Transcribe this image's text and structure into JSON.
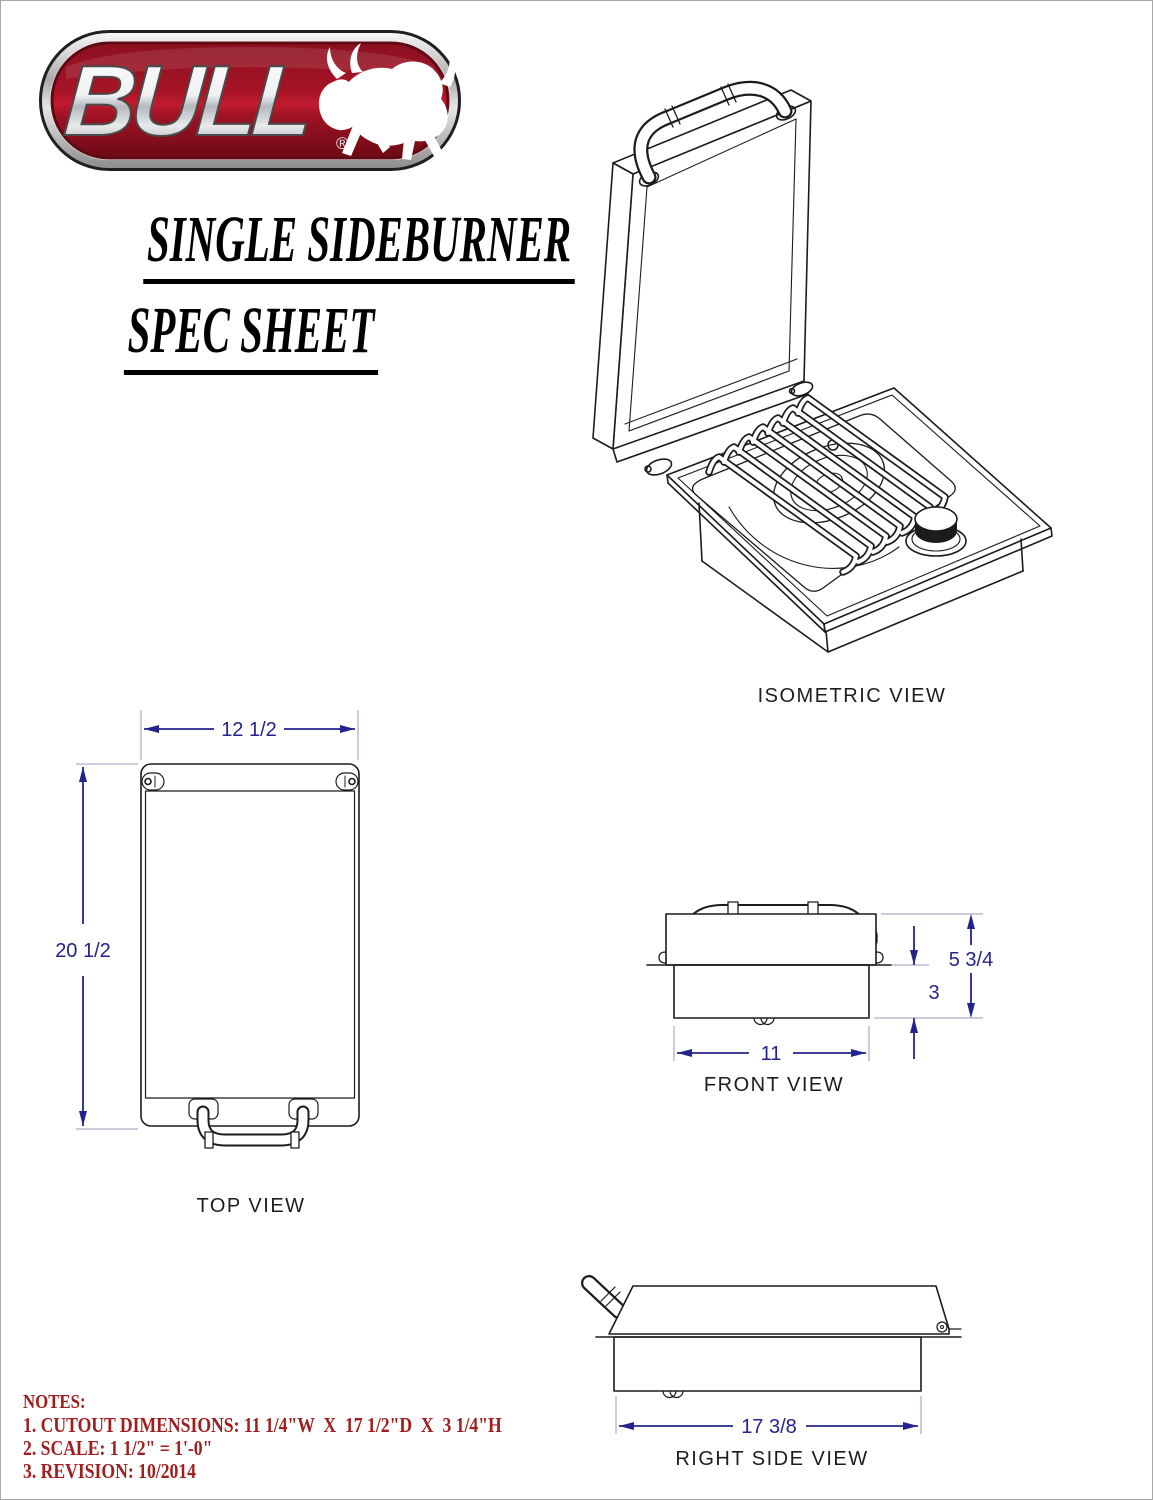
{
  "logo": {
    "brand": "BULL",
    "registered_mark": "®"
  },
  "title": {
    "line1": "SINGLE SIDEBURNER",
    "line2": "SPEC SHEET"
  },
  "views": {
    "isometric": {
      "label": "ISOMETRIC VIEW"
    },
    "top": {
      "label": "TOP VIEW",
      "width": "12 1/2",
      "depth": "20 1/2"
    },
    "front": {
      "label": "FRONT VIEW",
      "width": "11",
      "height_total": "5 3/4",
      "height_below_counter": "3"
    },
    "right_side": {
      "label": "RIGHT SIDE VIEW",
      "depth": "17 3/8"
    }
  },
  "notes": {
    "heading": "NOTES:",
    "items": [
      "1. CUTOUT DIMENSIONS: 11 1/4\"W  X  17 1/2\"D  X  3 1/4\"H",
      "2. SCALE: 1 1/2\" = 1'-0\"",
      "3. REVISION: 10/2014"
    ]
  },
  "colors": {
    "drawing_line": "#1c1c1c",
    "dimension": "#23238E",
    "notes_red": "#A01E1E",
    "logo_red": "#A01425"
  }
}
